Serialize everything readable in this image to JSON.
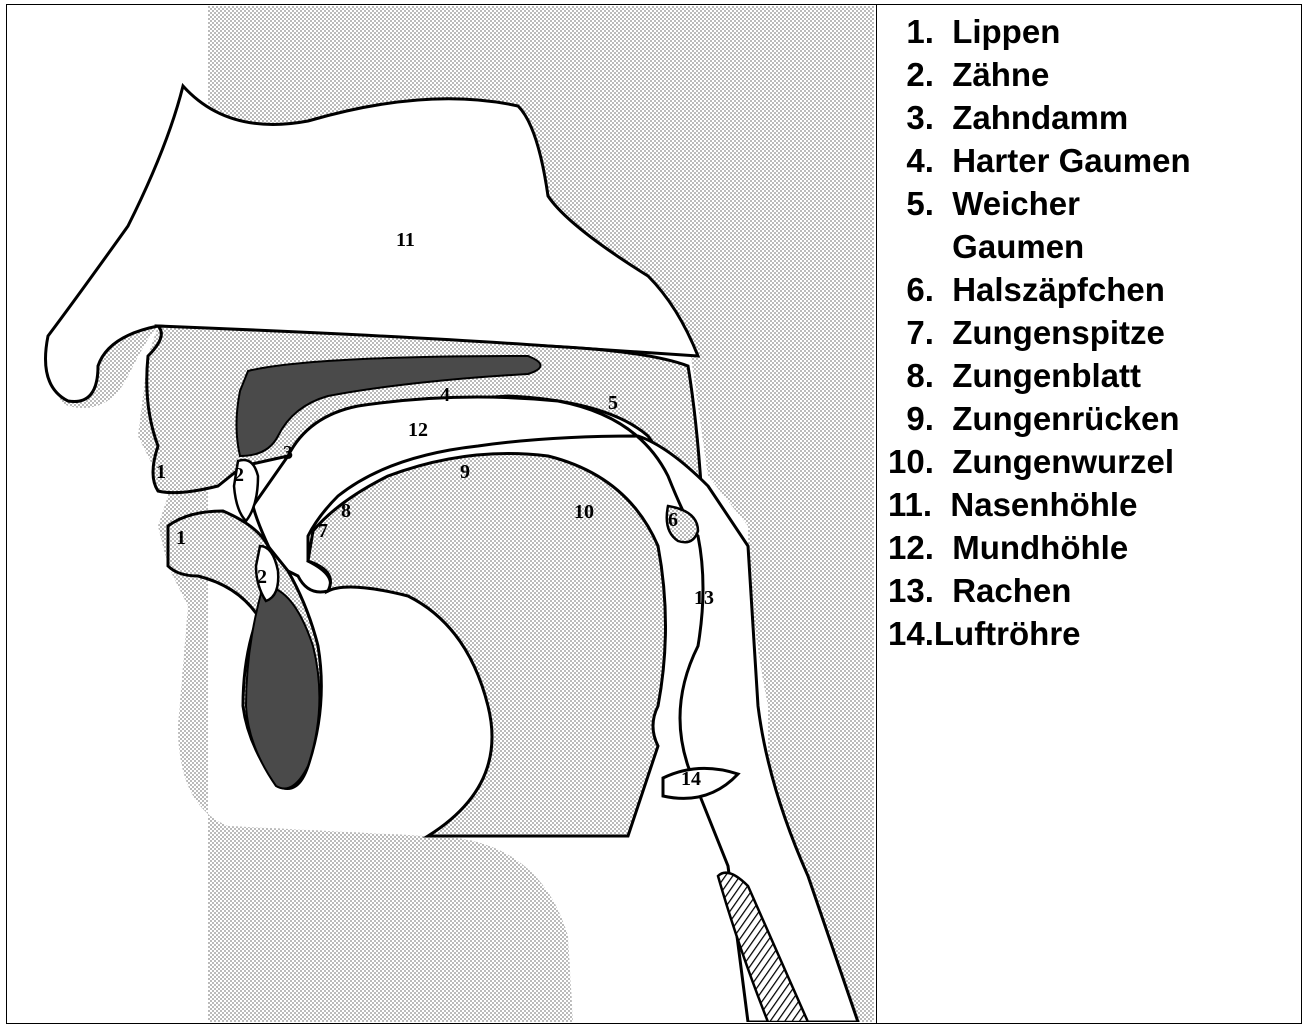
{
  "diagram": {
    "labels": {
      "lips_upper": "1",
      "lips_lower": "1",
      "teeth_upper": "2",
      "teeth_lower": "2",
      "alveolar_ridge": "3",
      "hard_palate": "4",
      "soft_palate": "5",
      "uvula": "6",
      "tongue_tip": "7",
      "tongue_blade": "8",
      "tongue_back": "9",
      "tongue_root": "10",
      "nasal_cavity": "11",
      "oral_cavity": "12",
      "pharynx": "13",
      "trachea": "14"
    },
    "colors": {
      "stipple": "#9a9a9a",
      "dark": "#4a4a4a",
      "outline": "#000000",
      "background": "#ffffff"
    }
  },
  "legend": {
    "items": [
      "  1.  Lippen",
      "  2.  Zähne",
      "  3.  Zahndamm",
      "  4.  Harter Gaumen",
      "  5.  Weicher",
      "       Gaumen",
      "  6.  Halszäpfchen",
      "  7.  Zungenspitze",
      "  8.  Zungenblatt",
      "  9.  Zungenrücken",
      "10.  Zungenwurzel",
      "11.  Nasenhöhle",
      "12.  Mundhöhle",
      "13.  Rachen",
      "14.Luftröhre"
    ]
  }
}
